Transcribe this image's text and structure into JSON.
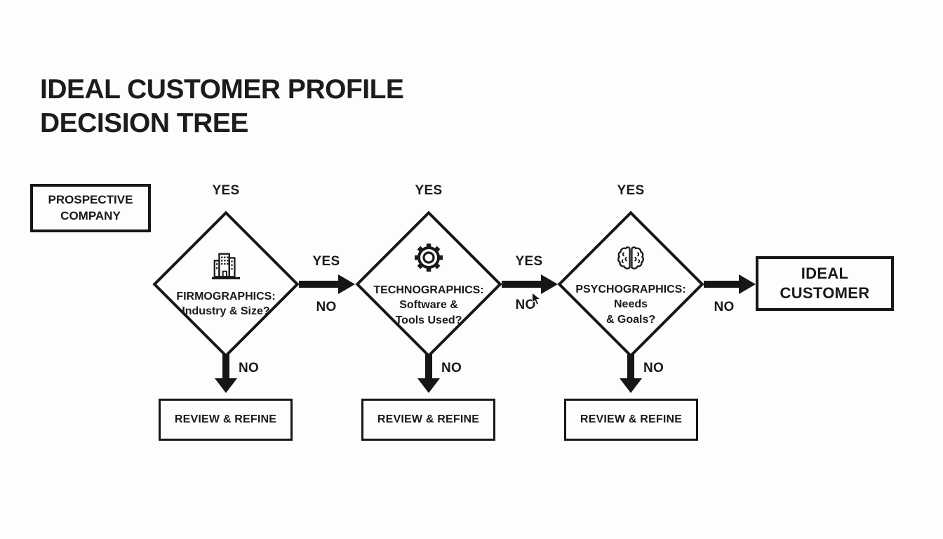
{
  "title": {
    "line1": "IDEAL CUSTOMER PROFILE",
    "line2": "DECISION TREE"
  },
  "colors": {
    "ink": "#1a1a1a",
    "background": "#fdfdfd"
  },
  "start_node": {
    "line1": "PROSPECTIVE",
    "line2": "COMPANY"
  },
  "decisions": [
    {
      "icon": "building-icon",
      "lines": [
        "FIRMOGRAPHICS:",
        "Industry & Size?"
      ],
      "yes_above": "YES",
      "branch": {
        "yes": "YES",
        "no": "NO"
      },
      "no_down": "NO",
      "fail_label": "REVIEW & REFINE"
    },
    {
      "icon": "gear-icon",
      "lines": [
        "TECHNOGRAPHICS:",
        "Software &",
        "Tools Used?"
      ],
      "yes_above": "YES",
      "branch": {
        "yes": "YES",
        "no": "NO"
      },
      "no_down": "NO",
      "fail_label": "REVIEW & REFINE"
    },
    {
      "icon": "brain-icon",
      "lines": [
        "PSYCHOGRAPHICS:",
        "Needs",
        "& Goals?"
      ],
      "yes_above": "YES",
      "branch": {
        "no": "NO"
      },
      "no_down": "NO",
      "fail_label": "REVIEW & REFINE"
    }
  ],
  "end_node": {
    "line1": "IDEAL",
    "line2": "CUSTOMER"
  }
}
